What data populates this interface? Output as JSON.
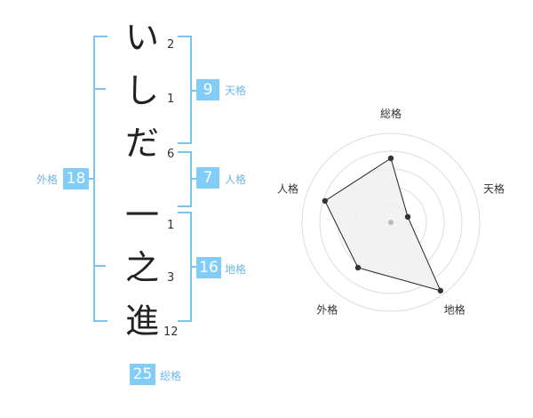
{
  "name_chars": [
    {
      "char": "い",
      "strokes": "2"
    },
    {
      "char": "し",
      "strokes": "1"
    },
    {
      "char": "だ",
      "strokes": "6"
    },
    {
      "char": "一",
      "strokes": "1"
    },
    {
      "char": "之",
      "strokes": "3"
    },
    {
      "char": "進",
      "strokes": "12"
    }
  ],
  "scores": {
    "tenkaku": {
      "value": "9",
      "label": "天格"
    },
    "jinkaku": {
      "value": "7",
      "label": "人格"
    },
    "chikaku": {
      "value": "16",
      "label": "地格"
    },
    "gaikaku": {
      "value": "18",
      "label": "外格"
    },
    "soukaku": {
      "value": "25",
      "label": "総格"
    }
  },
  "chart_data": {
    "type": "radar",
    "axes": [
      "総格",
      "天格",
      "地格",
      "外格",
      "人格"
    ],
    "values": [
      0.72,
      0.2,
      0.95,
      0.63,
      0.78
    ],
    "rings": 5,
    "colors": {
      "fill": "#f0f0f0",
      "stroke": "#222222",
      "grid": "#dddddd",
      "point": "#333333"
    }
  }
}
